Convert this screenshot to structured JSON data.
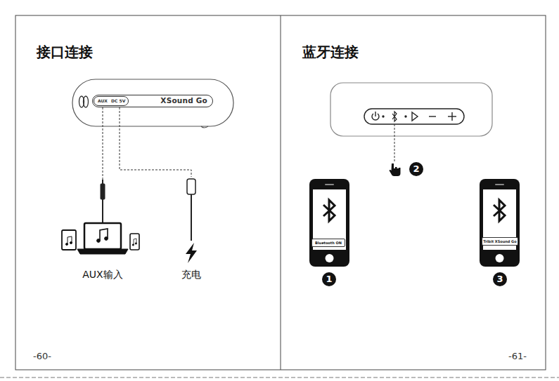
{
  "diagram": {
    "nodes": [
      {
        "text": [
          "XSound Go"
        ]
      },
      {
        "text": [
          "AUX",
          "DC 5V"
        ],
        "in": 0
      },
      {
        "text": [
          "Bluetooth ON"
        ]
      },
      {
        "text": [
          "Tribit XSound Go"
        ]
      }
    ],
    "labels": [
      "接口连接",
      "AUX输入",
      "充电",
      "-60-",
      "蓝牙连接",
      "1",
      "2",
      "3",
      "-61-"
    ]
  }
}
